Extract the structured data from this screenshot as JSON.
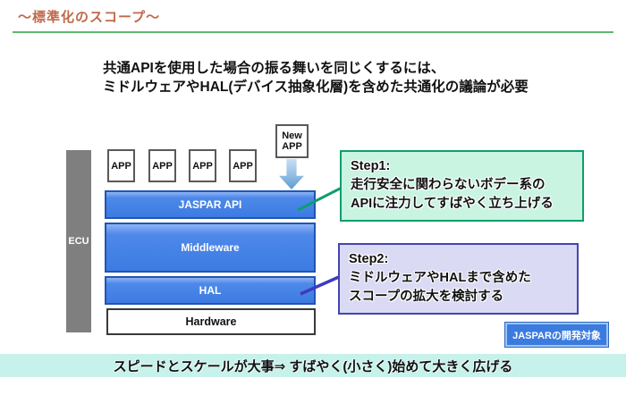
{
  "title": "〜標準化のスコープ〜",
  "intro": {
    "line1": "共通APIを使用した場合の振る舞いを同じくするには、",
    "line2": "ミドルウェアやHAL(デバイス抽象化層)を含めた共通化の議論が必要"
  },
  "diagram": {
    "ecu_label": "ECU",
    "app_boxes": [
      "APP",
      "APP",
      "APP",
      "APP"
    ],
    "new_app": {
      "line1": "New",
      "line2": "APP"
    },
    "layers": {
      "jaspar_api": "JASPAR API",
      "middleware": "Middleware",
      "hal": "HAL",
      "hardware": "Hardware"
    }
  },
  "steps": {
    "step1": {
      "title": "Step1:",
      "line1": "走行安全に関わらないボデー系の",
      "line2": "APIに注力してすばやく立ち上げる"
    },
    "step2": {
      "title": "Step2:",
      "line1": "ミドルウェアやHALまで含めた",
      "line2": "スコープの拡大を検討する"
    }
  },
  "badge": {
    "label": "JASPARの開発対象"
  },
  "footer": {
    "text": "スピードとスケールが大事⇒ すばやく(小さく)始めて大きく広げる"
  },
  "colors": {
    "title_text": "#c06a4a",
    "title_rule_green": "#5cba6c",
    "layer_blue": "#3c7be2",
    "layer_blue_border": "#2155b4",
    "ecu_gray": "#7f7f7f",
    "step1_fill": "#c9f4e2",
    "step1_border": "#0d9e6e",
    "step2_fill": "#dadaf4",
    "step2_border": "#4444b4",
    "badge_blue": "#3b7bdf",
    "footer_fill": "#c7f1eb",
    "arrow_blue": "#5b9bd5"
  }
}
